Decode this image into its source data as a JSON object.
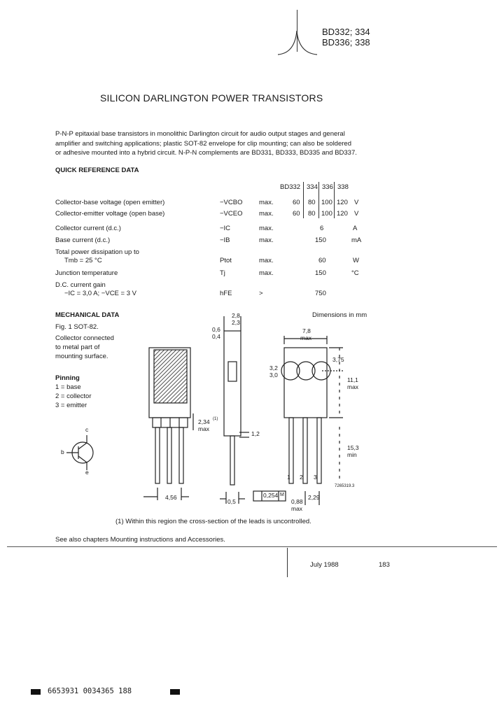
{
  "header": {
    "line1": "BD332; 334",
    "line2": "BD336; 338"
  },
  "title": "SILICON DARLINGTON POWER TRANSISTORS",
  "intro": [
    "P-N-P epitaxial base transistors in monolithic Darlington circuit for audio output stages and general",
    "amplifier and switching applications; plastic SOT-82 envelope for clip mounting; can also be soldered",
    "or adhesive mounted into a hybrid circuit. N-P-N complements are BD331, BD333, BD335 and BD337."
  ],
  "quick_ref": {
    "heading": "QUICK REFERENCE DATA",
    "columns": [
      "BD332",
      "334",
      "336",
      "338"
    ],
    "rows": [
      {
        "param": "Collector-base voltage (open emitter)",
        "symbol": "−VCBO",
        "cond": "max.",
        "values": [
          "60",
          "80",
          "100",
          "120"
        ],
        "unit": "V"
      },
      {
        "param": "Collector-emitter voltage (open base)",
        "symbol": "−VCEO",
        "cond": "max.",
        "values": [
          "60",
          "80",
          "100",
          "120"
        ],
        "unit": "V"
      },
      {
        "param": "Collector current (d.c.)",
        "symbol": "−IC",
        "cond": "max.",
        "value": "6",
        "unit": "A"
      },
      {
        "param": "Base current (d.c.)",
        "symbol": "−IB",
        "cond": "max.",
        "value": "150",
        "unit": "mA"
      },
      {
        "param": "Total power dissipation up to",
        "param2": "Tmb = 25 °C",
        "symbol": "Ptot",
        "cond": "max.",
        "value": "60",
        "unit": "W"
      },
      {
        "param": "Junction temperature",
        "symbol": "Tj",
        "cond": "max.",
        "value": "150",
        "unit": "°C"
      },
      {
        "param": "D.C. current gain",
        "param2": "−IC = 3,0 A; −VCE = 3 V",
        "symbol": "hFE",
        "cond": ">",
        "value": "750",
        "unit": ""
      }
    ]
  },
  "mechanical": {
    "heading": "MECHANICAL DATA",
    "dimensions_note": "Dimensions in mm",
    "fig": "Fig. 1 SOT-82.",
    "collector_note": [
      "Collector connected",
      "to metal part of",
      "mounting surface."
    ],
    "pinning_heading": "Pinning",
    "pins": [
      "1 = base",
      "2 = collector",
      "3 = emitter"
    ],
    "dims": {
      "d28": "2,8",
      "d23": "2,3",
      "d06": "0,6",
      "d04": "0,4",
      "d78": "7,8",
      "max": "max",
      "d375": "3,75",
      "d32": "3,2",
      "d30": "3,0",
      "d111": "11,1",
      "d234": "2,34",
      "d12": "1,2",
      "d153": "15,3",
      "min": "min",
      "d456": "4,56",
      "d05": "0,5",
      "d0254": "0,254",
      "d088": "0,88",
      "d229": "2,29",
      "fig_code": "7265319.3",
      "pin_b": "b",
      "pin_c": "c",
      "pin_e": "e",
      "n1": "1",
      "n2": "2",
      "n3": "3",
      "note_mark": "(1)",
      "tol_m": "M"
    },
    "footnote": "(1) Within this region the cross-section of the leads is uncontrolled."
  },
  "see_also": "See also chapters Mounting instructions and Accessories.",
  "footer": {
    "date": "July 1988",
    "page": "183"
  },
  "barcode": "6653931 0034365 188"
}
